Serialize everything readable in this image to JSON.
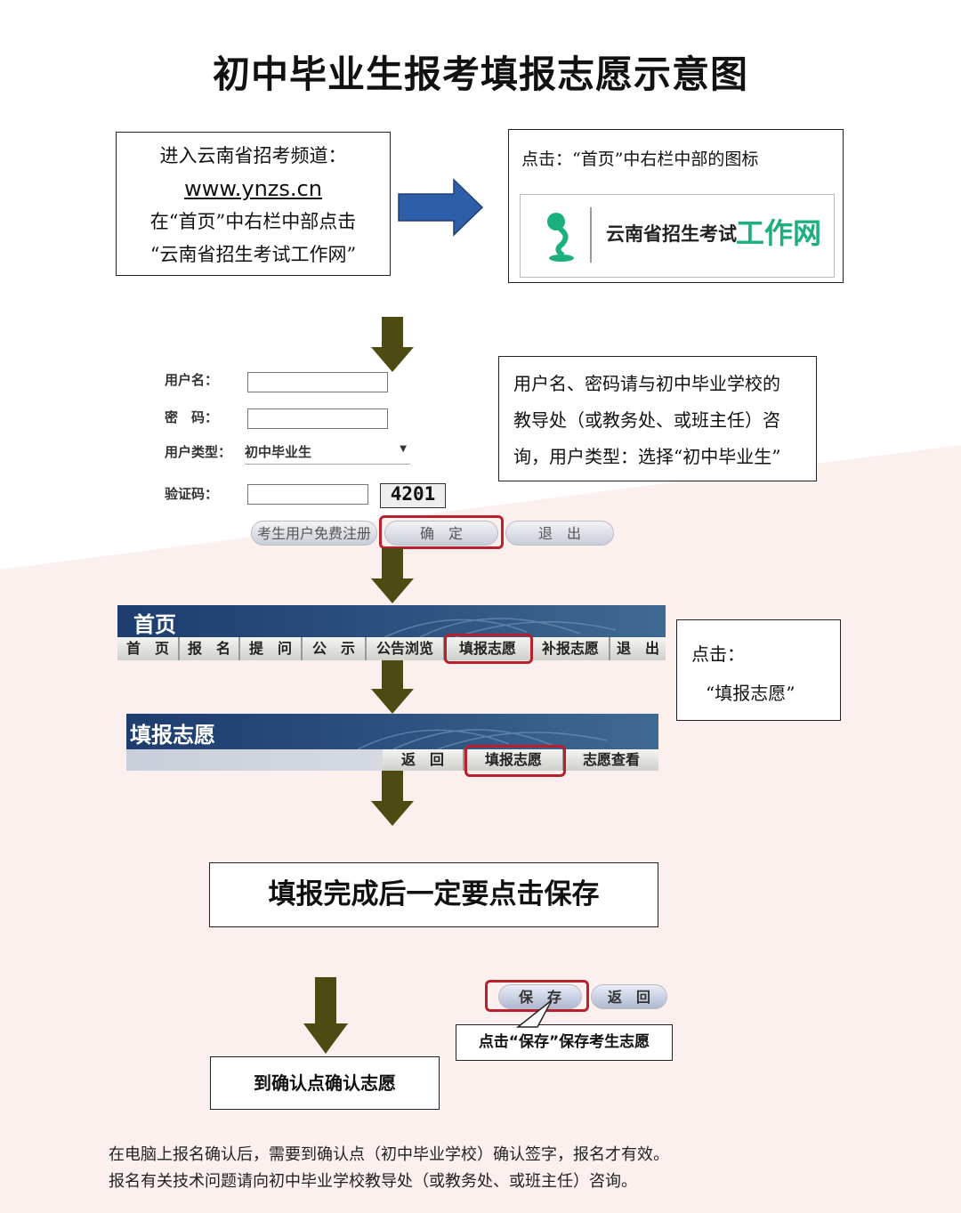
{
  "title": "初中毕业生报考填报志愿示意图",
  "step1": {
    "line1": "进入云南省招考频道：",
    "url": "www.ynzs.cn",
    "line3": "在“首页”中右栏中部点击",
    "line4": "“云南省招生考试工作网”"
  },
  "step2": {
    "text": "点击：“首页”中右栏中部的图标",
    "logo_text": "云南省招生考试",
    "logo_big": "工作网",
    "logo_color": "#1bb07c"
  },
  "login": {
    "username_label": "用户名：",
    "password_label": "密　码：",
    "usertype_label": "用户类型：",
    "usertype_value": "初中毕业生",
    "captcha_label": "验证码：",
    "captcha_value": "4201",
    "register_button": "考生用户免费注册",
    "confirm_button": "确　定",
    "exit_button": "退　出"
  },
  "step3_note": {
    "line1": "用户名、密码请与初中毕业学校的",
    "line2": "教导处（或教务处、或班主任）咨",
    "line3": "询，用户类型：选择“初中毕业生”"
  },
  "home_nav": {
    "banner_title": "首页",
    "items": [
      "首　页",
      "报　名",
      "提　问",
      "公　示",
      "公告浏览",
      "填报志愿",
      "补报志愿",
      "退　出"
    ]
  },
  "step4_note": {
    "line1": "点击：",
    "line2": "“填报志愿”"
  },
  "fill_nav": {
    "banner_title": "填报志愿",
    "items": [
      "返　回",
      "填报志愿",
      "志愿查看"
    ]
  },
  "save_reminder": "填报完成后一定要点击保存",
  "save_buttons": {
    "save": "保　存",
    "back": "返　回"
  },
  "save_callout": "点击“保存”保存考生志愿",
  "confirm_box": "到确认点确认志愿",
  "footer": {
    "line1": "在电脑上报名确认后，需要到确认点（初中毕业学校）确认签字，报名才有效。",
    "line2": "报名有关技术问题请向初中毕业学校教导处（或教务处、或班主任）咨询。"
  },
  "colors": {
    "blue_arrow": "#2f5ea8",
    "olive_arrow": "#4d4a12",
    "highlight_red": "#b8202e"
  }
}
